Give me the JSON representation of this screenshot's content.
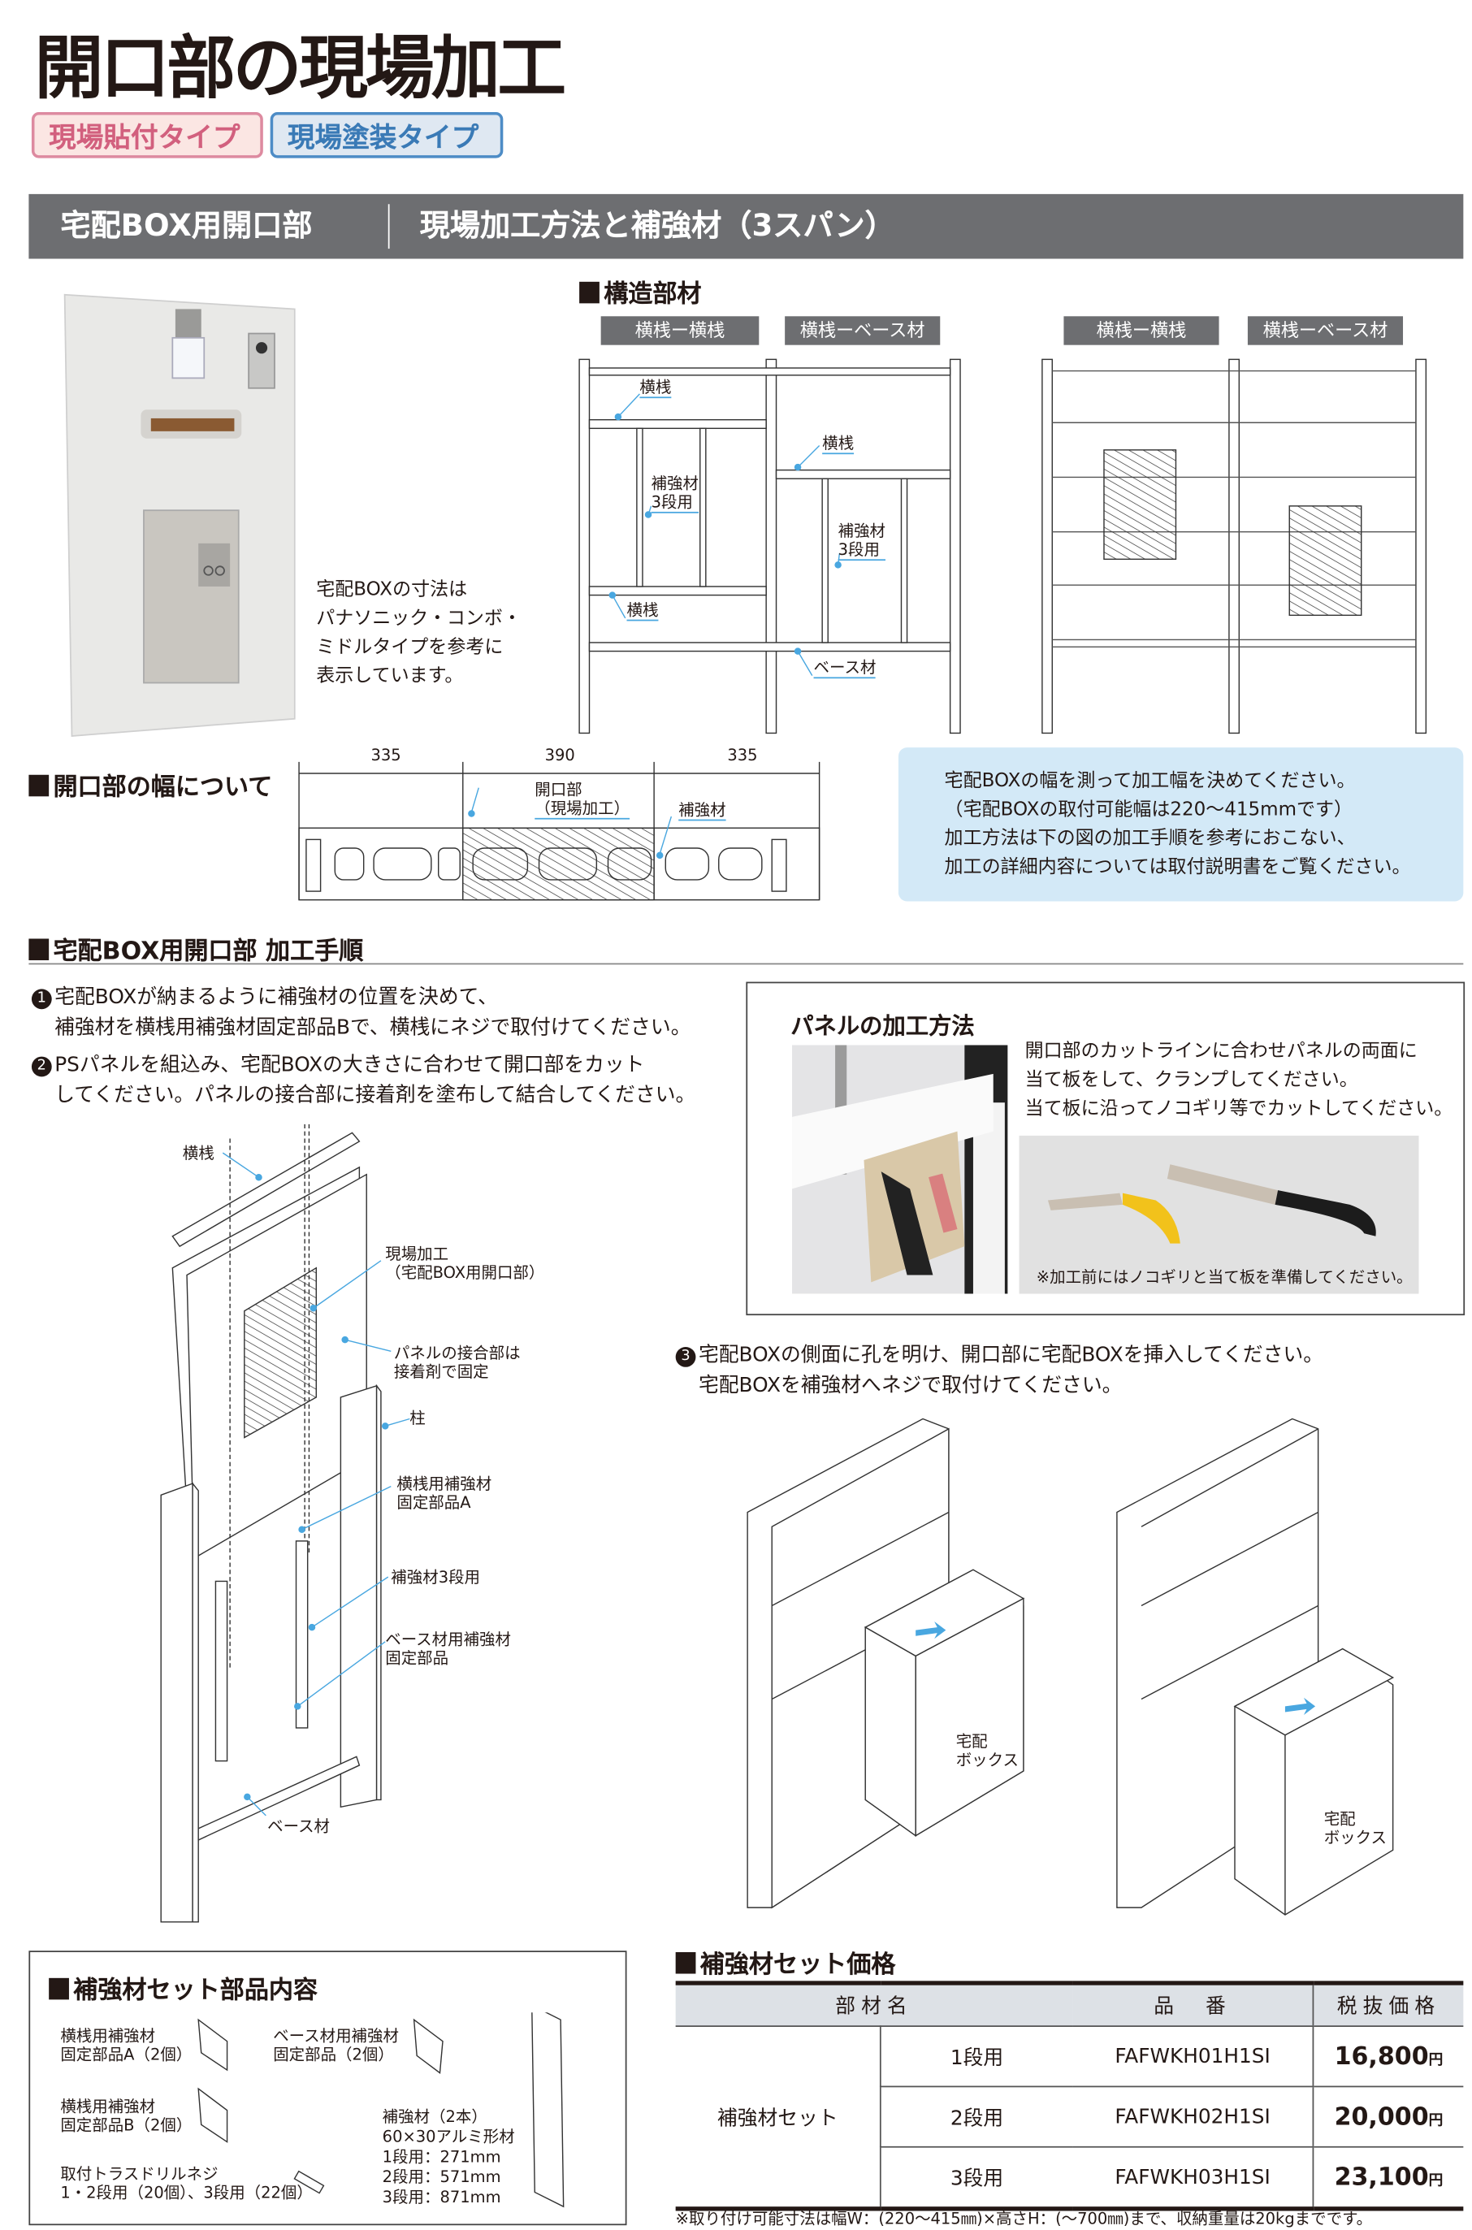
{
  "title": "開口部の現場加工",
  "badges": [
    "現場貼付タイプ",
    "現場塗装タイプ"
  ],
  "header_bar": {
    "left": "宅配BOX用開口部",
    "right": "現場加工方法と補強材（3スパン）"
  },
  "photo_caption": [
    "宅配BOXの寸法は",
    "パナソニック・コンボ・",
    "ミドルタイプを参考に",
    "表示しています。"
  ],
  "structure": {
    "heading": "構造部材",
    "tags": [
      "横桟ー横桟",
      "横桟ーベース材",
      "横桟ー横桟",
      "横桟ーベース材"
    ],
    "labels": {
      "yokosan_top": "横桟",
      "hokyou_left": [
        "補強材",
        "3段用"
      ],
      "yokosan_right": "横桟",
      "hokyou_right": [
        "補強材",
        "3段用"
      ],
      "yokosan_bottom": "横桟",
      "base": "ベース材"
    }
  },
  "width_section": {
    "heading": "開口部の幅について",
    "dims": [
      "335",
      "390",
      "335"
    ],
    "opening_label": [
      "開口部",
      "（現場加工）"
    ],
    "reinforce_label": "補強材",
    "info": [
      "宅配BOXの幅を測って加工幅を決めてください。",
      "（宅配BOXの取付可能幅は220～415mmです）",
      "加工方法は下の図の加工手順を参考におこない、",
      "加工の詳細内容については取付説明書をご覧ください。"
    ]
  },
  "procedure": {
    "heading": "宅配BOX用開口部 加工手順",
    "step1": {
      "num": "1",
      "lines": [
        "宅配BOXが納まるように補強材の位置を決めて、",
        "補強材を横桟用補強材固定部品Bで、横桟にネジで取付けてください。"
      ]
    },
    "step2": {
      "num": "2",
      "lines": [
        "PSパネルを組込み、宅配BOXの大きさに合わせて開口部をカット",
        "してください。パネルの接合部に接着剤を塗布して結合してください。"
      ]
    },
    "step3": {
      "num": "3",
      "lines": [
        "宅配BOXの側面に孔を明け、開口部に宅配BOXを挿入してください。",
        "宅配BOXを補強材へネジで取付けてください。"
      ]
    },
    "exploded_labels": {
      "yokosan": "横桟",
      "genba": [
        "現場加工",
        "（宅配BOX用開口部）"
      ],
      "joint": [
        "パネルの接合部は",
        "接着剤で固定"
      ],
      "hashira": "柱",
      "fixA": [
        "横桟用補強材",
        "固定部品A"
      ],
      "hokyou3": "補強材3段用",
      "basefix": [
        "ベース材用補強材",
        "固定部品"
      ],
      "base": "ベース材"
    },
    "box_label": [
      "宅配",
      "ボックス"
    ]
  },
  "panel_method": {
    "title": "パネルの加工方法",
    "lines": [
      "開口部のカットラインに合わせパネルの両面に",
      "当て板をして、クランプしてください。",
      "当て板に沿ってノコギリ等でカットしてください。"
    ],
    "photo_note": "※加工前にはノコギリと当て板を準備してください。"
  },
  "parts": {
    "heading": "補強材セット部品内容",
    "items": [
      [
        "横桟用補強材",
        "固定部品A（2個）"
      ],
      [
        "ベース材用補強材",
        "固定部品（2個）"
      ],
      [
        "横桟用補強材",
        "固定部品B（2個）"
      ],
      [
        "取付トラスドリルネジ",
        "1・2段用（20個）、3段用（22個）"
      ],
      [
        "補強材（2本）",
        "60×30アルミ形材",
        "1段用：271mm",
        "2段用：571mm",
        "3段用：871mm"
      ]
    ]
  },
  "price": {
    "heading": "補強材セット価格",
    "headers": [
      "部材名",
      "品　番",
      "税抜価格"
    ],
    "set_name": "補強材セット",
    "rows": [
      {
        "type": "1段用",
        "code": "FAFWKH01H1SI",
        "price": "16,800",
        "unit": "円"
      },
      {
        "type": "2段用",
        "code": "FAFWKH02H1SI",
        "price": "20,000",
        "unit": "円"
      },
      {
        "type": "3段用",
        "code": "FAFWKH03H1SI",
        "price": "23,100",
        "unit": "円"
      }
    ],
    "note": "※取り付け可能寸法は幅W：(220～415㎜)×高さH：(～700㎜)まで、収納重量は20kgまでです。"
  },
  "colors": {
    "accent_blue": "#49a7e0",
    "bar_gray": "#6d6e71",
    "info_bg": "#d3e9f7"
  }
}
